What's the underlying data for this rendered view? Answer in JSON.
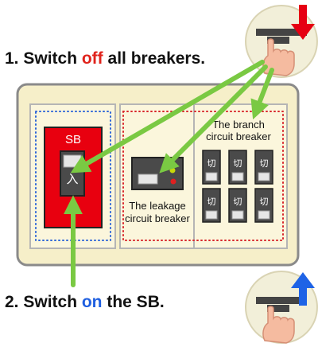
{
  "instructions": {
    "step1": {
      "prefix": "1. Switch ",
      "highlight": "off",
      "suffix": " all breakers."
    },
    "step2": {
      "prefix": "2. Switch ",
      "highlight": "on",
      "suffix": " the SB."
    }
  },
  "panel": {
    "sb_label": "SB",
    "sb_switch_char": "入",
    "leakage_label": [
      "The leakage",
      "circuit breaker"
    ],
    "branch_label": [
      "The branch",
      "circuit breaker"
    ],
    "branch_switch_char": "切",
    "branch_switch_count": 6
  },
  "icons": {
    "off_icon": "hand-pressing-switch-down-icon",
    "on_icon": "hand-pushing-switch-up-icon"
  },
  "colors": {
    "off_accent": "#e0231c",
    "on_accent": "#1f5fe0",
    "arrow_green": "#7ac943",
    "sb_red": "#e8000f",
    "panel_cream": "#f6efc9"
  }
}
